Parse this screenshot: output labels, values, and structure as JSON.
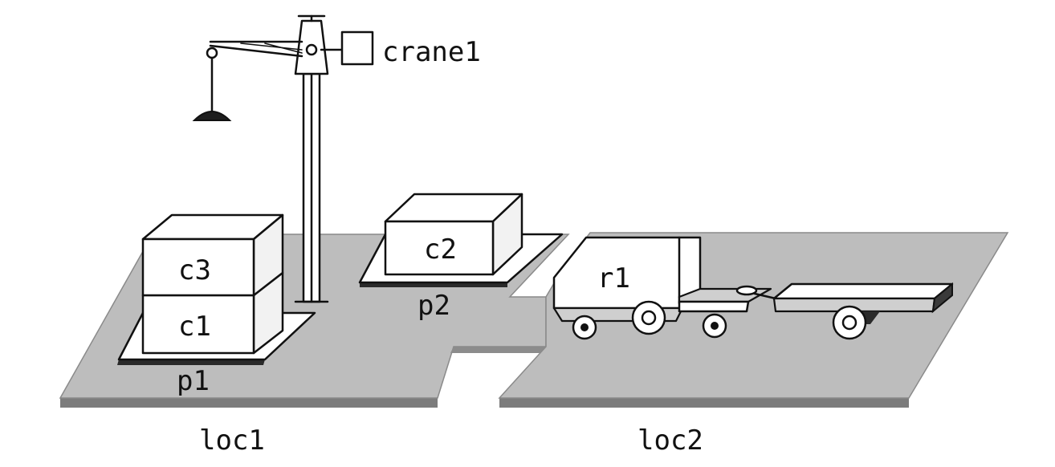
{
  "labels": {
    "crane": "crane1",
    "location_left": "loc1",
    "location_right": "loc2",
    "pile_left": "p1",
    "pile_middle": "p2",
    "container_top": "c3",
    "container_bottom": "c1",
    "container_middle": "c2",
    "robot": "r1"
  },
  "colors": {
    "floor": "#bdbdbd",
    "floor_edge": "#7c7c7c",
    "ink": "#111111",
    "background": "#ffffff"
  }
}
